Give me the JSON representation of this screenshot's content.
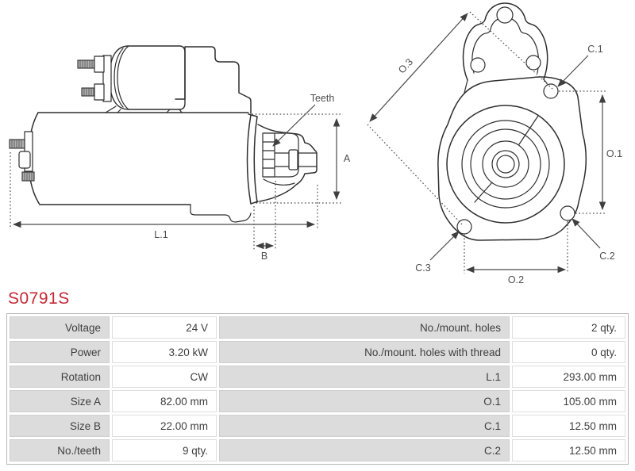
{
  "part": {
    "number": "S0791S"
  },
  "diagram": {
    "labels": {
      "teeth": "Teeth",
      "a": "A",
      "b": "B",
      "l1": "L.1",
      "o1": "O.1",
      "o2": "O.2",
      "o3": "O.3",
      "c1": "C.1",
      "c2": "C.2",
      "c3": "C.3"
    }
  },
  "spec_table": {
    "left_rows": [
      {
        "label": "Voltage",
        "value": "24 V"
      },
      {
        "label": "Power",
        "value": "3.20 kW"
      },
      {
        "label": "Rotation",
        "value": "CW"
      },
      {
        "label": "Size A",
        "value": "82.00 mm"
      },
      {
        "label": "Size B",
        "value": "22.00 mm"
      },
      {
        "label": "No./teeth",
        "value": "9 qty."
      }
    ],
    "right_rows": [
      {
        "label": "No./mount. holes",
        "value": "2 qty."
      },
      {
        "label": "No./mount. holes with thread",
        "value": "0 qty."
      },
      {
        "label": "L.1",
        "value": "293.00 mm"
      },
      {
        "label": "O.1",
        "value": "105.00 mm"
      },
      {
        "label": "C.1",
        "value": "12.50 mm"
      },
      {
        "label": "C.2",
        "value": "12.50 mm"
      }
    ]
  },
  "colors": {
    "part_number_red": "#c52834",
    "table_label_bg": "#dcdcdc",
    "drawing_line": "#2e2e2e"
  }
}
